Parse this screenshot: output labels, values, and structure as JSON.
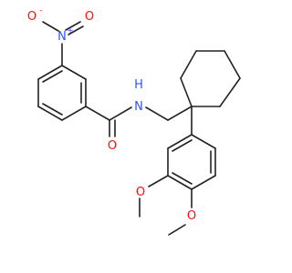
{
  "molecule": {
    "colors": {
      "bond": "#222222",
      "oxygen": "#ff0d0d",
      "nitrogen": "#3050f8",
      "carbon": "#222222"
    },
    "atoms": {
      "nitro_o_minus": "O",
      "nitro_o_minus_charge": "-",
      "nitro_n": "N",
      "nitro_n_charge": "+",
      "nitro_o_double": "O",
      "amide_nh": "N",
      "amide_h": "H",
      "carbonyl_o": "O",
      "methoxy1_o": "O",
      "methoxy2_o": "O"
    }
  }
}
